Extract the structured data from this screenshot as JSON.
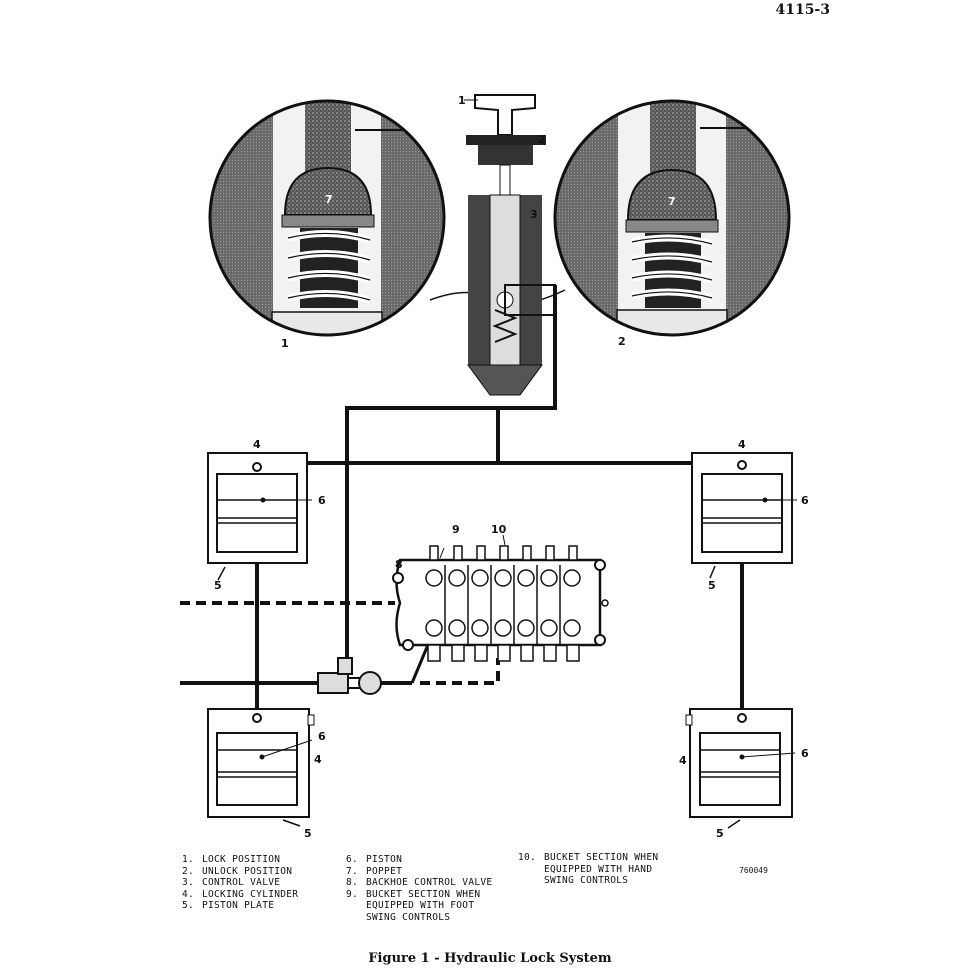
{
  "page_number": "4115-3",
  "callouts": {
    "lock_handle": "1",
    "knob": "2",
    "control_valve": "3",
    "circle_left": "1",
    "circle_right": "2",
    "cyl_tl_port": "4",
    "cyl_tl_plate": "6",
    "cyl_tl_piston": "5",
    "cyl_tr_port": "4",
    "cyl_tr_plate": "6",
    "cyl_tr_piston": "5",
    "cyl_bl_lock": "4",
    "cyl_bl_plate": "6",
    "cyl_bl_piston": "5",
    "cyl_br_lock": "4",
    "cyl_br_plate": "6",
    "cyl_br_piston": "5",
    "backhoe_valve": "8",
    "bucket_foot": "9",
    "bucket_hand": "10",
    "poppet_left": "7",
    "poppet_right": "7"
  },
  "legend": {
    "col1": [
      {
        "num": "1.",
        "text": "LOCK POSITION"
      },
      {
        "num": "2.",
        "text": "UNLOCK POSITION"
      },
      {
        "num": "3.",
        "text": "CONTROL VALVE"
      },
      {
        "num": "4.",
        "text": "LOCKING CYLINDER"
      },
      {
        "num": "5.",
        "text": "PISTON PLATE"
      }
    ],
    "col2": [
      {
        "num": "6.",
        "text": "PISTON"
      },
      {
        "num": "7.",
        "text": "POPPET"
      },
      {
        "num": "8.",
        "text": "BACKHOE CONTROL VALVE"
      },
      {
        "num": "9.",
        "text": "BUCKET SECTION WHEN\nEQUIPPED WITH FOOT\nSWING CONTROLS"
      }
    ],
    "col3": [
      {
        "num": "10.",
        "text": "BUCKET SECTION WHEN\nEQUIPPED WITH HAND\nSWING CONTROLS"
      }
    ]
  },
  "drawing_code": "760049",
  "caption": "Figure 1 - Hydraulic Lock System"
}
